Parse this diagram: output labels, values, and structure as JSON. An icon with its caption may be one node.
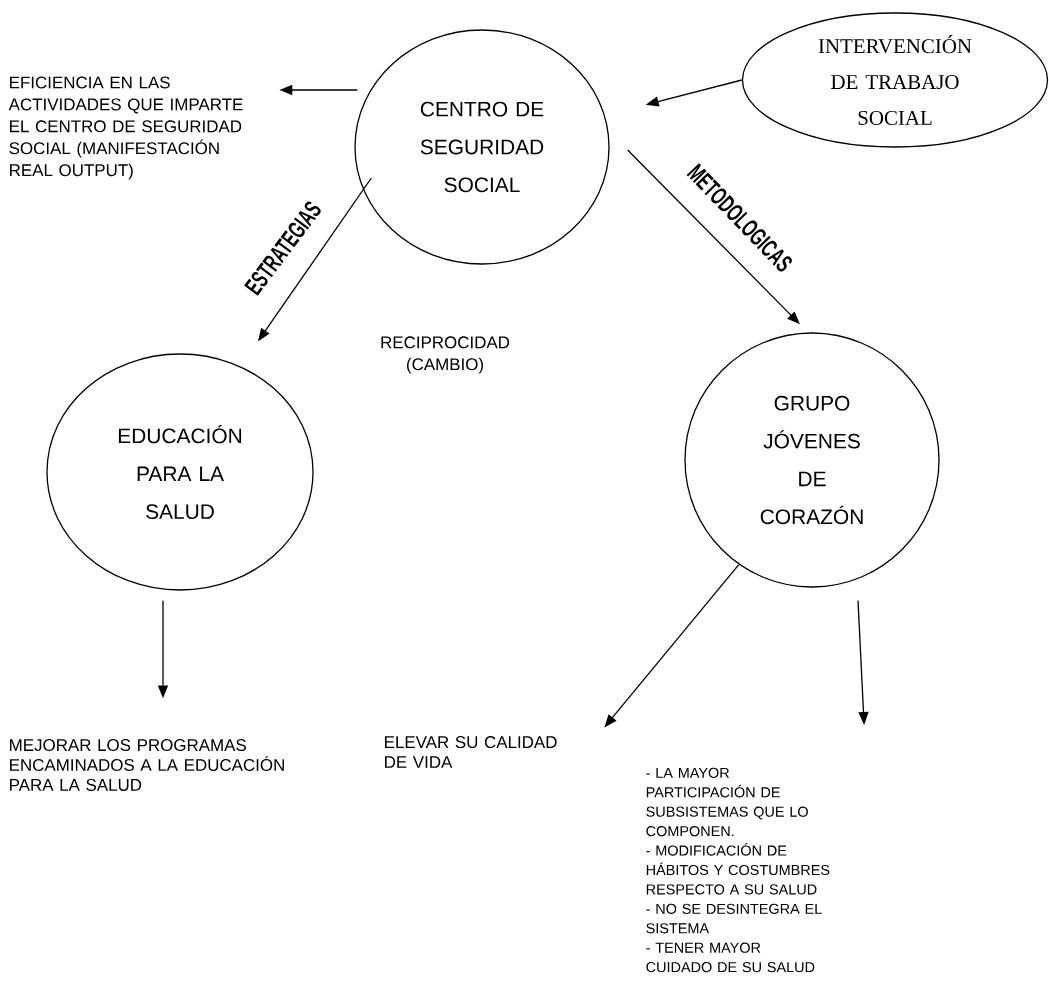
{
  "diagram": {
    "nodes": [
      {
        "text": [
          "EFICIENCIA EN LAS ACTIVIDADES QUE IMPARTE EL CENTRO DE SEGURIDAD SOCIAL (MANIFESTACIÓN REAL OUTPUT)"
        ]
      },
      {
        "text": [
          "CENTRO DE SEGURIDAD SOCIAL"
        ]
      },
      {
        "text": [
          "INTERVENCIÓN DE TRABAJO SOCIAL"
        ]
      },
      {
        "text": [
          "EDUCACIÓN PARA LA SALUD"
        ]
      },
      {
        "text": [
          "GRUPO JÓVENES DE CORAZÓN"
        ]
      },
      {
        "text": [
          "MEJORAR LOS PROGRAMAS ENCAMINADOS A LA EDUCACIÓN PARA LA SALUD"
        ]
      },
      {
        "text": [
          "ELEVAR SU CALIDAD DE VIDA"
        ]
      },
      {
        "text": [
          "- LA MAYOR PARTICIPACIÓN DE SUBSISTEMAS QUE LO COMPONEN.",
          "- MODIFICACIÓN DE HÁBITOS Y COSTUMBRES RESPECTO A SU SALUD",
          "- NO SE DESINTEGRA EL SISTEMA",
          "- TENER MAYOR CUIDADO DE SU SALUD"
        ]
      }
    ],
    "edges": [
      {
        "from": 1,
        "to": 0,
        "arrow": "to"
      },
      {
        "from": 2,
        "to": 1,
        "arrow": "to"
      },
      {
        "from": 1,
        "to": 3,
        "arrow": "to",
        "label": "ESTRATEGIAS"
      },
      {
        "from": 1,
        "to": 4,
        "arrow": "to",
        "label": "METODOLOGICAS"
      },
      {
        "from": 3,
        "to": 5,
        "arrow": "to"
      },
      {
        "from": 4,
        "to": 6,
        "arrow": "to"
      },
      {
        "from": 4,
        "to": 7,
        "arrow": "to"
      }
    ],
    "labels": [
      "RECIPROCIDAD (CAMBIO)"
    ]
  }
}
